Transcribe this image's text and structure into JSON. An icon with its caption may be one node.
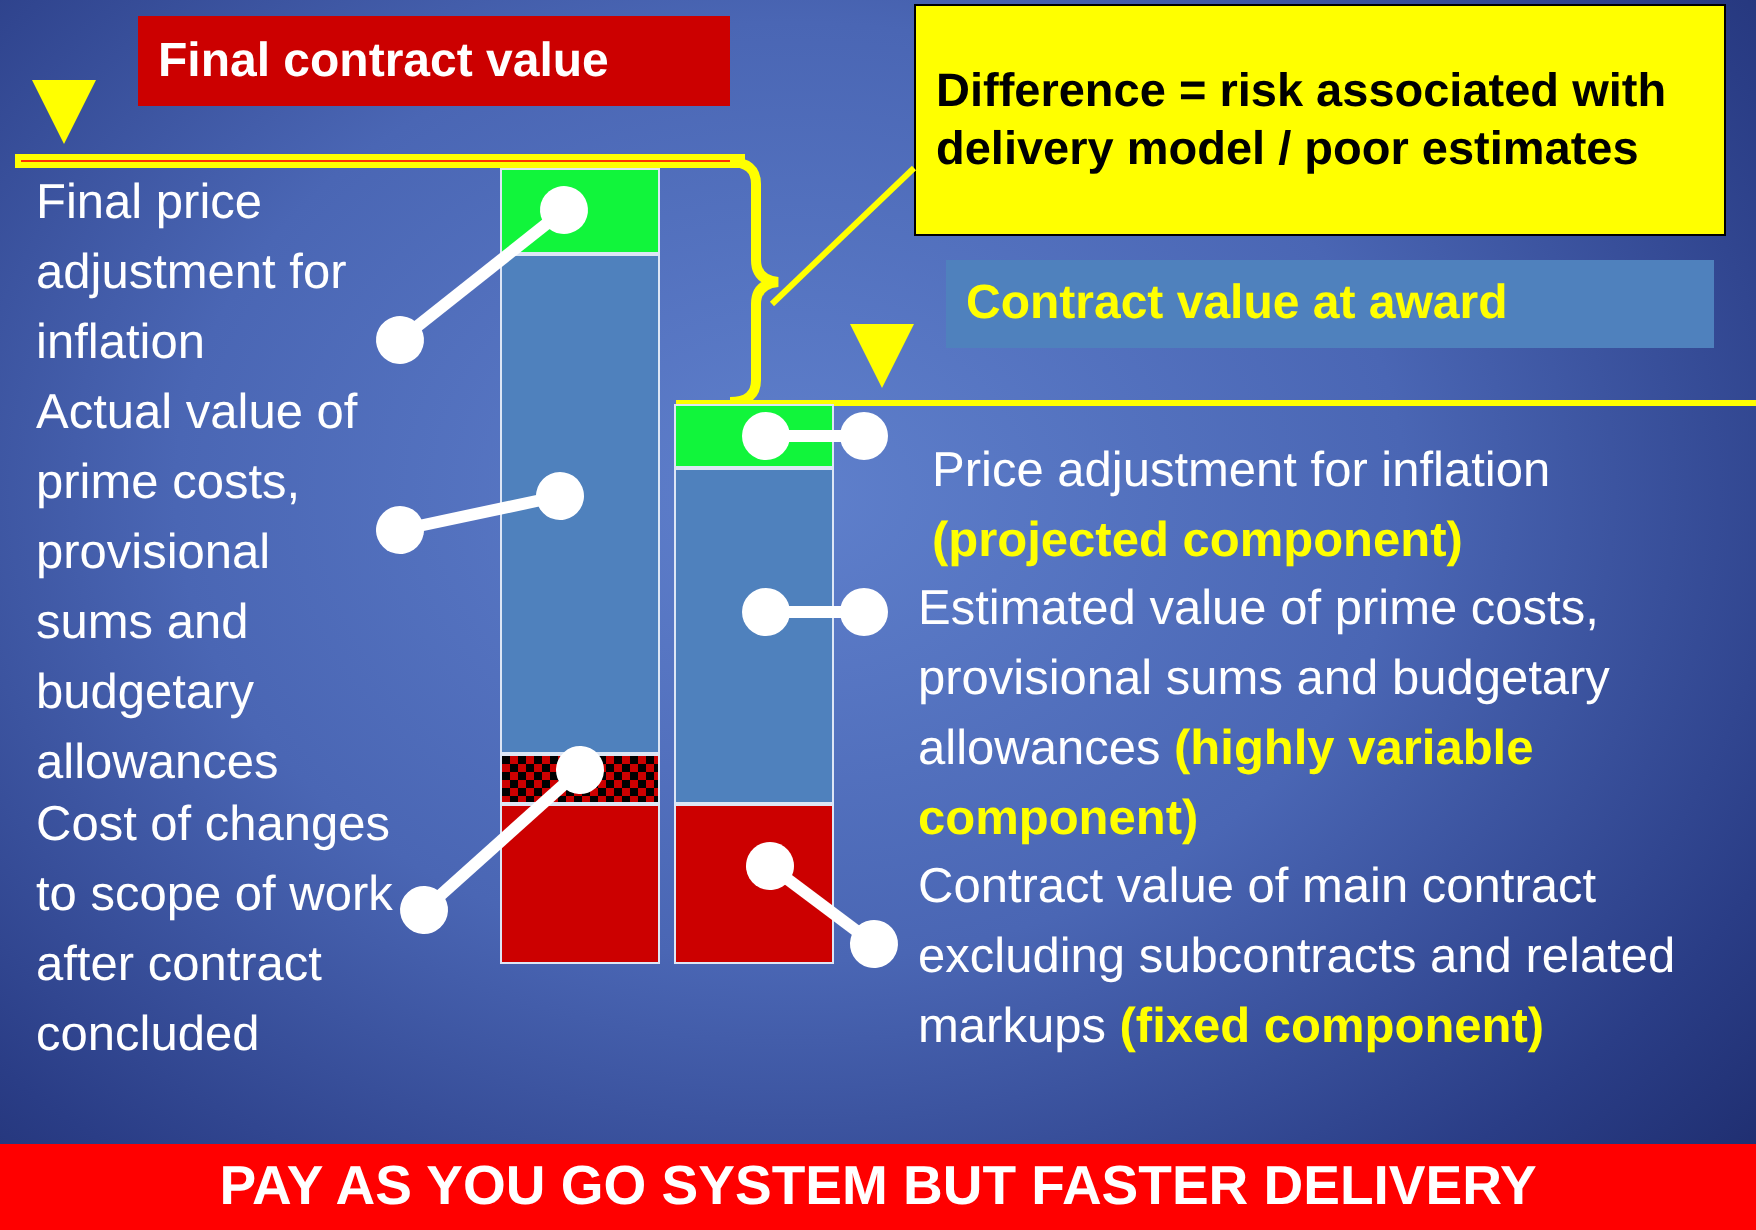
{
  "diagram": {
    "nodes": [
      {
        "text": [
          "Final contract value"
        ]
      },
      {
        "text": [
          "Difference = risk associated with delivery model / poor estimates"
        ]
      },
      {
        "text": [
          "Contract value at award"
        ]
      },
      {
        "text": [],
        "shape": "bracket"
      },
      {
        "text": [
          "Final price adjustment for inflation"
        ]
      },
      {
        "text": [
          "Actual value of prime costs, provisional sums and budgetary allowances"
        ]
      },
      {
        "text": [
          "Cost of changes to scope of work after contract concluded"
        ]
      },
      {
        "text": [],
        "shape": "bar"
      },
      {
        "text": [],
        "shape": "bar"
      },
      {
        "text": [],
        "shape": "bar"
      },
      {
        "text": [],
        "shape": "bar"
      },
      {
        "text": [],
        "shape": "bar"
      },
      {
        "text": [],
        "shape": "bar"
      },
      {
        "text": [],
        "shape": "bar"
      },
      {
        "text": [
          "Price adjustment for inflation **(projected component)**"
        ]
      },
      {
        "text": [
          "Estimated value of prime costs, provisional sums and budgetary allowances **(highly variable component)**"
        ]
      },
      {
        "text": [
          "Contract value of main contract excluding subcontracts and related markups **(fixed component)**"
        ]
      },
      {
        "text": [
          "PAY AS YOU GO SYSTEM BUT FASTER DELIVERY"
        ]
      }
    ],
    "edges": [
      {
        "from": 1,
        "to": 3,
        "arrow": "none",
        "color": "#ffff00"
      },
      {
        "from": 4,
        "to": 7,
        "arrow": "other"
      },
      {
        "from": 5,
        "to": 8,
        "arrow": "other"
      },
      {
        "from": 6,
        "to": 9,
        "arrow": "other"
      },
      {
        "from": 14,
        "to": 11,
        "arrow": "other"
      },
      {
        "from": 15,
        "to": 12,
        "arrow": "other"
      },
      {
        "from": 16,
        "to": 13,
        "arrow": "other"
      }
    ]
  }
}
